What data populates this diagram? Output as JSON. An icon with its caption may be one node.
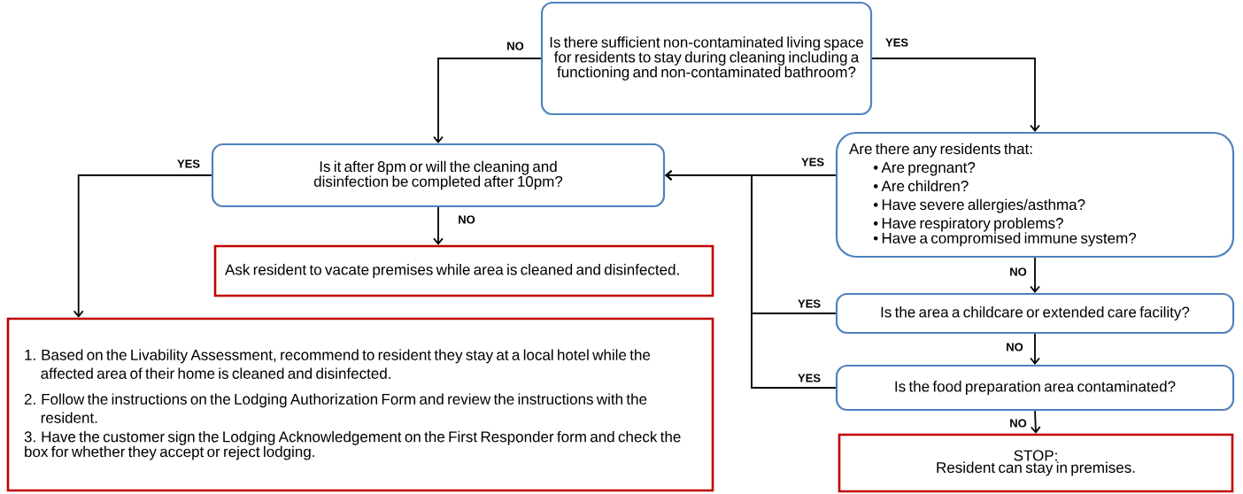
{
  "diagram": {
    "nodes": [
      {
        "text": [
          "Is there sufficient non-contaminated living space for residents to stay during cleaning including a functioning and non-contaminated bathroom?"
        ]
      },
      {
        "text": [
          "Is it after 8pm or will the cleaning and disinfection be completed after 10pm?"
        ]
      },
      {
        "text": [
          "Are there any residents that:",
          "• Are pregnant?",
          "• Are children?",
          "• Have severe allergies/asthma?",
          "• Have respiratory problems?",
          "• Have a compromised immune system?"
        ]
      },
      {
        "text": [
          "Ask resident to vacate premises while area is cleaned and disinfected."
        ]
      },
      {
        "text": [
          "1. Based on the Livability Assessment, recommend to resident they stay at a local hotel while the affected area of their home is cleaned and disinfected.",
          "2. Follow the instructions on the Lodging Authorization Form and review the instructions with the resident.",
          "3. Have the customer sign the Lodging Acknowledgement on the First Responder form and check the box for whether they accept or reject lodging."
        ]
      },
      {
        "text": [
          "Is the area a childcare or extended care facility?"
        ]
      },
      {
        "text": [
          "Is the food preparation area contaminated?"
        ]
      },
      {
        "text": [
          "STOP:",
          "Resident can stay in premises."
        ]
      }
    ],
    "edges": [
      {
        "from": 0,
        "to": 1,
        "arrow": "to",
        "label": "NO"
      },
      {
        "from": 0,
        "to": 2,
        "arrow": "to",
        "label": "YES"
      },
      {
        "from": 1,
        "to": 4,
        "arrow": "to",
        "label": "YES"
      },
      {
        "from": 1,
        "to": 3,
        "arrow": "to",
        "label": "NO"
      },
      {
        "from": 2,
        "to": 1,
        "arrow": "to",
        "label": "YES"
      },
      {
        "from": 5,
        "to": 1,
        "arrow": "to",
        "label": "YES"
      },
      {
        "from": 6,
        "to": 1,
        "arrow": "to",
        "label": "YES"
      },
      {
        "from": 2,
        "to": 5,
        "arrow": "to",
        "label": "NO"
      },
      {
        "from": 5,
        "to": 6,
        "arrow": "to",
        "label": "NO"
      },
      {
        "from": 6,
        "to": 7,
        "arrow": "to",
        "label": "NO"
      }
    ]
  }
}
